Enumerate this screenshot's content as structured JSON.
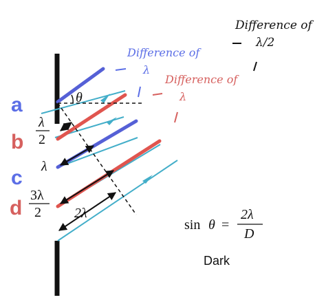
{
  "colors": {
    "label_blue": "#5b6ee6",
    "label_red": "#d6605e",
    "ray_teal": "#43aec9",
    "ray_blue": "#5560d6",
    "ray_red": "#e0554f",
    "ink": "#111111"
  },
  "row_labels": {
    "a": "a",
    "b": "b",
    "c": "c",
    "d": "d"
  },
  "spacings": {
    "b_num": "λ",
    "b_den": "2",
    "c": "λ",
    "d_num": "3λ",
    "d_den": "2"
  },
  "angle_label": "θ",
  "path_label": "2λ",
  "formula": {
    "lhs_sin": "sin",
    "lhs_theta": "θ",
    "equals": "=",
    "numerator": "2λ",
    "denominator": "D"
  },
  "result_label": "Dark",
  "annotations": {
    "top_right": {
      "line1": "Difference of",
      "line2": "λ/2"
    },
    "blue": {
      "line1": "Difference of",
      "line2": "λ"
    },
    "red": {
      "line1": "Difference of",
      "line2": "λ"
    }
  }
}
